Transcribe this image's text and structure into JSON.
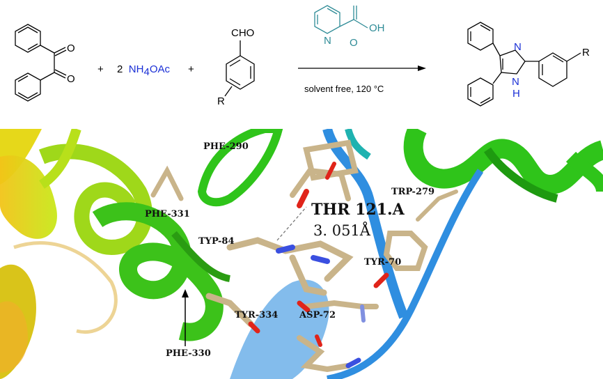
{
  "scheme": {
    "reactant1_atoms": {
      "o1": "O",
      "o2": "O"
    },
    "plus1": "+",
    "reagent_coef": "2",
    "reagent_formula": "NH",
    "reagent_sub": "4",
    "reagent_tail": "OAc",
    "plus2": "+",
    "aldehyde_group": "CHO",
    "aldehyde_r": "R",
    "catalyst_atoms": {
      "n": "N",
      "o": "O",
      "oh": "OH"
    },
    "condition": "solvent free, 120 °C",
    "product_atoms": {
      "n": "N",
      "nh_n": "N",
      "nh_h": "H",
      "r": "R"
    }
  },
  "docking": {
    "residues": {
      "phe290": "PHE-290",
      "trp279": "TRP-279",
      "phe331": "PHE-331",
      "typ84": "TYP-84",
      "tyr70": "TYR-70",
      "tyr334": "TYR-334",
      "asp72": "ASP-72",
      "phe330": "PHE-330"
    },
    "hbond_residue": "THR 121.A",
    "hbond_distance": "3. 051Å"
  },
  "colors": {
    "ribbon_green": "#2fc41a",
    "ribbon_yellow": "#e3e81a",
    "ribbon_blue": "#2f8ee0",
    "stick_tan": "#c9b48a",
    "oxygen_red": "#e0241a",
    "nitrogen_blue": "#3a4fe0",
    "reagent_blue": "#1a2fd6",
    "catalyst_teal": "#2e8b96"
  }
}
